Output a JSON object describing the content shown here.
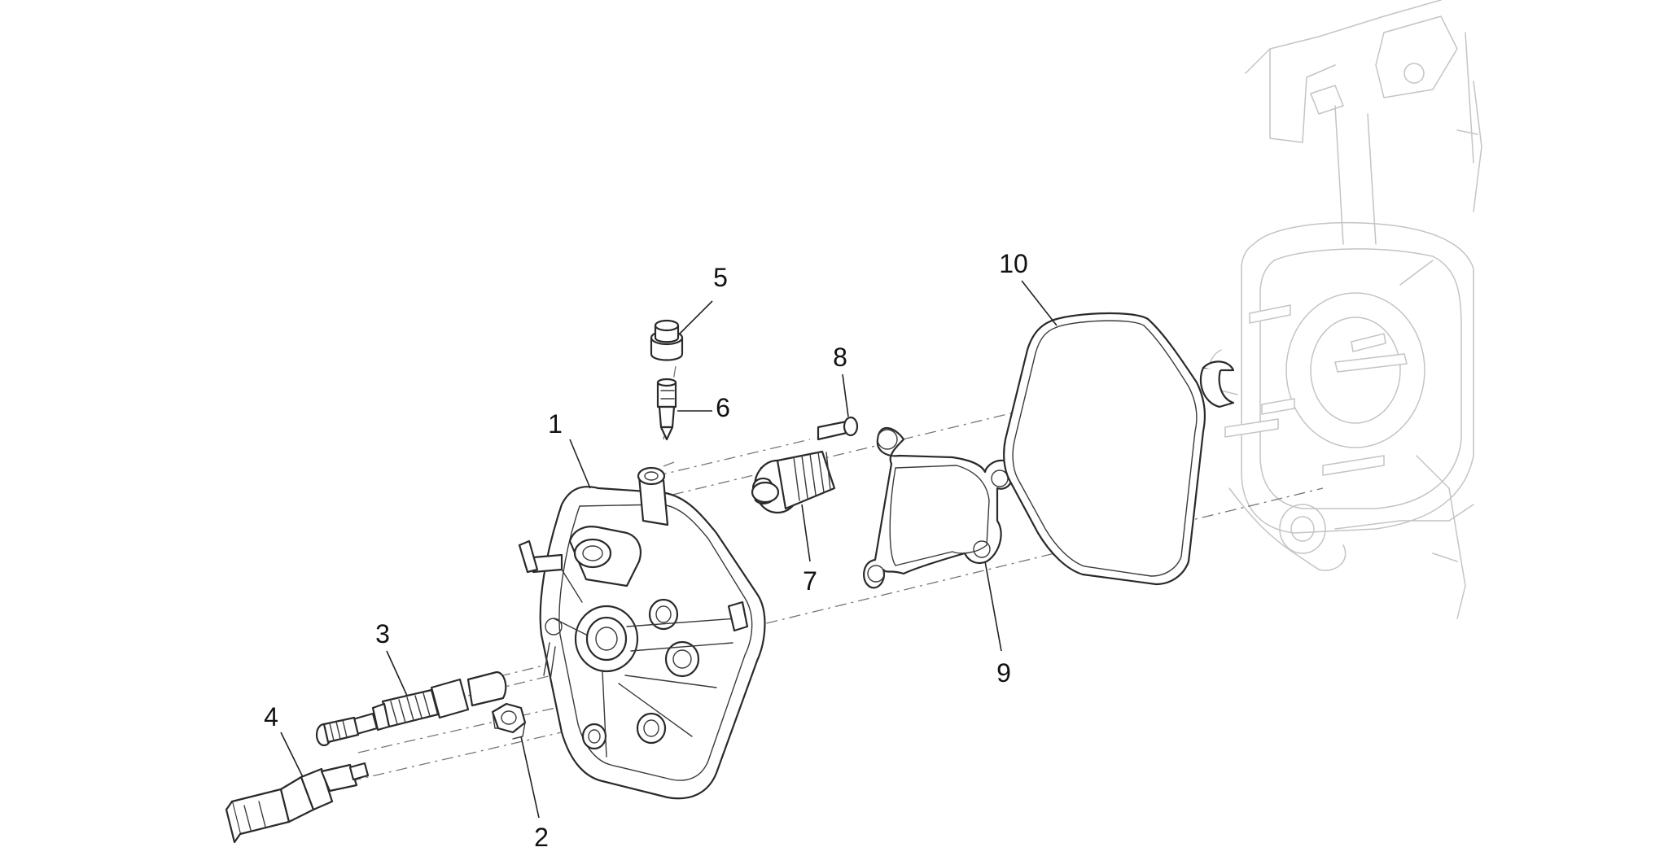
{
  "diagram": {
    "labels": [
      {
        "id": "1",
        "text": "1"
      },
      {
        "id": "2",
        "text": "2"
      },
      {
        "id": "3",
        "text": "3"
      },
      {
        "id": "4",
        "text": "4"
      },
      {
        "id": "5",
        "text": "5"
      },
      {
        "id": "6",
        "text": "6"
      },
      {
        "id": "7",
        "text": "7"
      },
      {
        "id": "8",
        "text": "8"
      },
      {
        "id": "9",
        "text": "9"
      },
      {
        "id": "10",
        "text": "10"
      }
    ],
    "colors": {
      "line": "#2a2a2a",
      "background_part": "#c4c4c4",
      "background": "#ffffff"
    }
  }
}
